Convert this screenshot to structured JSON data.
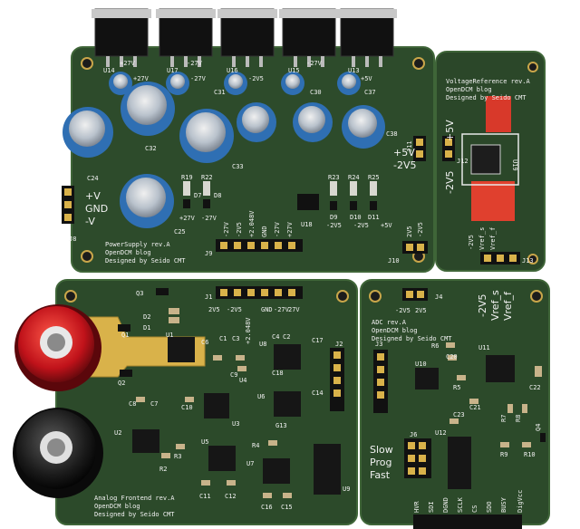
{
  "boards": {
    "power": {
      "name": "PowerSupply rev.A",
      "blog": "OpenDCM blog",
      "credit": "Designed by Seido CMT"
    },
    "vref": {
      "name": "VoltageReference rev.A",
      "blog": "OpenDCM blog",
      "credit": "Designed by Seido CMT"
    },
    "adc": {
      "name": "ADC rev.A",
      "blog": "OpenDCM blog",
      "credit": "Designed by Seido CMT"
    },
    "frontend": {
      "name": "Analog Frontend rev.A",
      "blog": "OpenDCM blog",
      "credit": "Designed by Seido CMT"
    }
  },
  "labels": {
    "plus_v": "+V",
    "gnd": "GND",
    "minus_v": "-V",
    "j8": "J8",
    "plus27": "+27V",
    "minus27": "-27V",
    "minus2v5": "-2V5",
    "plus5": "+5V",
    "j9_pins": [
      "-27V",
      "-2V5",
      "+2.048V",
      "GND",
      "-27V",
      "+27V"
    ],
    "j9": "J9",
    "u18": "U18",
    "j1_pins": [
      "2V5",
      "-2V5",
      "+2.048V",
      "GND",
      "-27V",
      "27V"
    ],
    "j1": "J1",
    "j10": "J10",
    "j4": "J4",
    "j4_pins": [
      "-2V5",
      "2V5"
    ],
    "j11": "J11",
    "j11_pins": [
      "+5V",
      "-2V5"
    ],
    "j12": "J12",
    "j12_pins": [
      "+5V",
      "-2V5"
    ],
    "u19": "U19",
    "j13": "J13",
    "j13_pins": [
      "-2V5",
      "Vref_s",
      "Vref_f"
    ],
    "adc_bottom_pins": [
      "-2V5",
      "Vref_s",
      "Vref_f"
    ],
    "slow": "Slow",
    "prog": "Prog",
    "fast": "Fast",
    "j6": "J6",
    "j3": "J3",
    "bottom_pins": [
      "HVR",
      "SDI",
      "DGND",
      "SCLK",
      "CS",
      "SDO",
      "BUSY",
      "DigVcc"
    ]
  },
  "refdes": {
    "u": [
      "U14",
      "U17",
      "U16",
      "U15",
      "U13"
    ],
    "caps_top": [
      "C31",
      "C30",
      "C37",
      "C32",
      "C33",
      "C24",
      "C25",
      "C38"
    ],
    "power_small": [
      "R19",
      "R22",
      "D7",
      "D8",
      "R23",
      "R24",
      "R25",
      "D9",
      "D10",
      "D11"
    ],
    "frontend": [
      "Q3",
      "Q1",
      "Q2",
      "D2",
      "D1",
      "U1",
      "C6",
      "C1",
      "C3",
      "C9",
      "C8",
      "C7",
      "C10",
      "U2",
      "U3",
      "U4",
      "U5",
      "U6",
      "U7",
      "U8",
      "U9",
      "C4",
      "C2",
      "C18",
      "C14",
      "C17",
      "C11",
      "C12",
      "C15",
      "C16",
      "G13",
      "R4",
      "R2",
      "R3",
      "J2"
    ],
    "adc": [
      "R6",
      "C20",
      "U10",
      "U11",
      "R5",
      "C21",
      "C22",
      "U12",
      "C23",
      "R9",
      "R10",
      "R7",
      "R8",
      "Q4"
    ]
  },
  "colors": {
    "pcb": "#2c4a2a",
    "pcb_edge": "#3e6236",
    "gold": "#d9b24a",
    "cap_blue": "#2f6fb3",
    "silk": "#f2f2f2"
  }
}
